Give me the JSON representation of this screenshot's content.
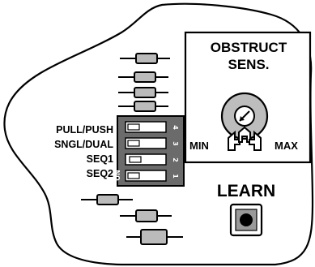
{
  "sensor_box": {
    "title_line1": "OBSTRUCT",
    "title_line2": "SENS.",
    "min_label": "MIN",
    "max_label": "MAX"
  },
  "dip_switch": {
    "on_label": "ON",
    "switches": [
      {
        "label": "PULL/PUSH",
        "number": "4"
      },
      {
        "label": "SNGL/DUAL",
        "number": "3"
      },
      {
        "label": "SEQ1",
        "number": "2"
      },
      {
        "label": "SEQ2",
        "number": "1"
      }
    ]
  },
  "learn": {
    "label": "LEARN"
  },
  "icons": [
    "potentiometer-icon",
    "push-button-icon",
    "resistor-icon"
  ],
  "colors": {
    "outline": "#000000",
    "dip_body": "#6b6b6b",
    "background": "#ffffff"
  }
}
